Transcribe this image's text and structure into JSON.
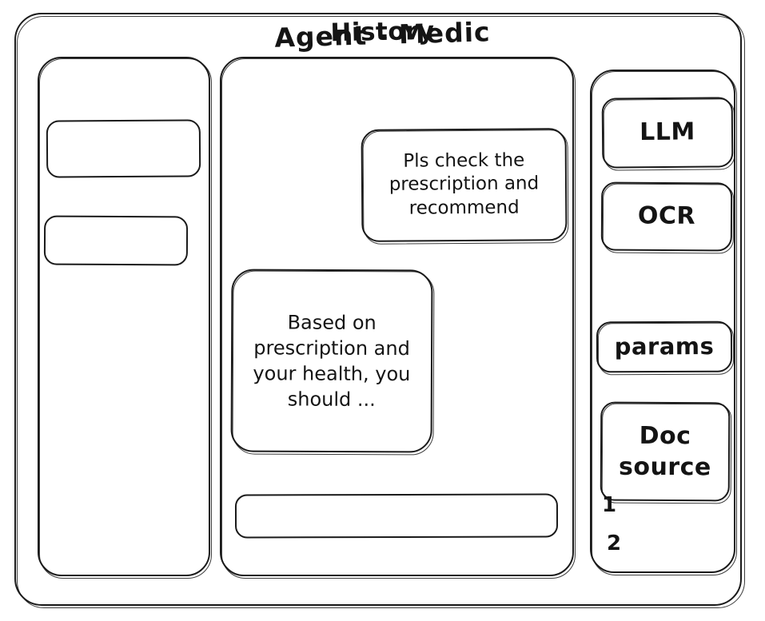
{
  "window": {
    "name": "agent-medic-wireframe"
  },
  "history": {
    "title": "History",
    "items": [
      {
        "label": ""
      },
      {
        "label": ""
      }
    ]
  },
  "main": {
    "title": "Agent - Medic",
    "messages": [
      {
        "role": "user",
        "text": "Pls check the prescription and recommend"
      },
      {
        "role": "agent",
        "text": "Based on prescription and your health, you should ..."
      }
    ],
    "composer": {
      "value": "",
      "placeholder": ""
    }
  },
  "tools": {
    "buttons": [
      {
        "label": "LLM"
      },
      {
        "label": "OCR"
      },
      {
        "label": "params"
      },
      {
        "label": "Doc source"
      }
    ],
    "doc_sources": [
      {
        "label": "1"
      },
      {
        "label": "2"
      }
    ]
  },
  "colors": {
    "stroke": "#1a1a1a",
    "background": "#ffffff"
  }
}
